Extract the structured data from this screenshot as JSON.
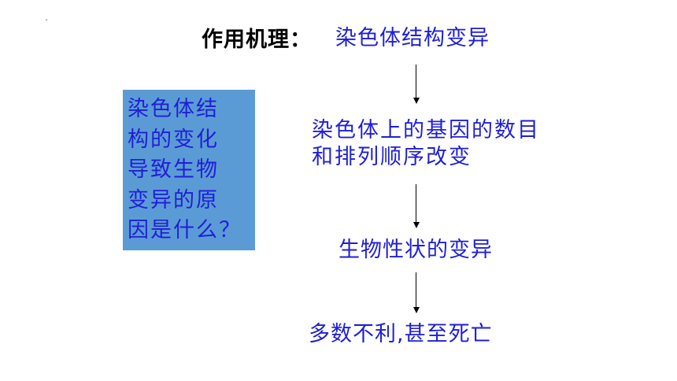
{
  "heading": {
    "label": "作用机理："
  },
  "flow": {
    "steps": [
      {
        "lines": [
          "染色体结构变异"
        ]
      },
      {
        "lines": [
          "染色体上的基因的数目",
          "和排列顺序改变"
        ]
      },
      {
        "lines": [
          "生物性状的变异"
        ]
      },
      {
        "lines": [
          "多数不利,甚至死亡"
        ]
      }
    ]
  },
  "question": {
    "lines": [
      "染色体结",
      "构的变化",
      "导致生物",
      "变异的原",
      "因是什么？"
    ]
  },
  "colors": {
    "text_blue": "#1f1fd6",
    "box_fill": "#5b9bd5",
    "heading": "#000000"
  },
  "icons": {
    "arrow": "arrow-down-icon"
  }
}
